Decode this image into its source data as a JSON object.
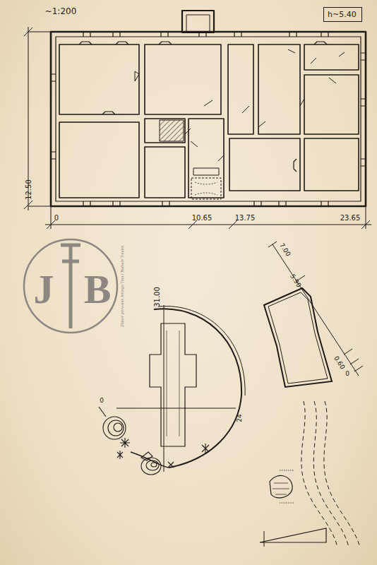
{
  "diagram": {
    "nodes": [
      {
        "text": [
          "h~5.40"
        ]
      }
    ],
    "labels": [
      "~1:200",
      "12.50",
      "0",
      "10.65",
      "13.75",
      "23.65",
      "J",
      "B",
      "Zbiory prywatne Jerzego Tura i Barbary Tondos",
      "31.00",
      "24",
      "0",
      "7.00",
      "5.90",
      "0.60",
      "0"
    ]
  }
}
